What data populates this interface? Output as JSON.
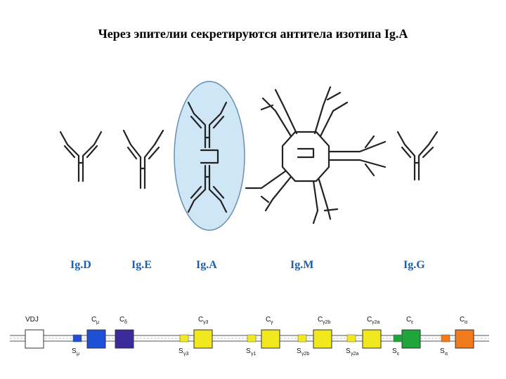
{
  "title": "Через эпителии секретируются антитела изотипа Ig.A",
  "isotypes": [
    {
      "label": "Ig.D"
    },
    {
      "label": "Ig.E"
    },
    {
      "label": "Ig.A"
    },
    {
      "label": "Ig.M"
    },
    {
      "label": "Ig.G"
    }
  ],
  "highlight_color": "#cfe6f7",
  "gene_segments": [
    {
      "label": "VDJ",
      "sub": "",
      "color": "#ffffff"
    },
    {
      "label": "C",
      "sub": "μ",
      "color": "#1f4fd6"
    },
    {
      "label": "C",
      "sub": "δ",
      "color": "#3a2a9a"
    },
    {
      "label": "C",
      "sub": "γ3",
      "color": "#f2e81e"
    },
    {
      "label": "C",
      "sub": "γ",
      "color": "#f2e81e"
    },
    {
      "label": "C",
      "sub": "γ2b",
      "color": "#f2e81e"
    },
    {
      "label": "C",
      "sub": "γ2a",
      "color": "#f2e81e"
    },
    {
      "label": "C",
      "sub": "ε",
      "color": "#1fa63a"
    },
    {
      "label": "C",
      "sub": "α",
      "color": "#f07a1c"
    }
  ],
  "switch_regions": [
    {
      "label": "S",
      "sub": "μ",
      "color": "#1f4fd6"
    },
    {
      "label": "S",
      "sub": "γ3",
      "color": "#f2e81e"
    },
    {
      "label": "S",
      "sub": "γ1",
      "color": "#f2e81e"
    },
    {
      "label": "S",
      "sub": "γ2b",
      "color": "#f2e81e"
    },
    {
      "label": "S",
      "sub": "γ2a",
      "color": "#f2e81e"
    },
    {
      "label": "S",
      "sub": "ε",
      "color": "#1fa63a"
    },
    {
      "label": "S",
      "sub": "α",
      "color": "#f07a1c"
    }
  ]
}
